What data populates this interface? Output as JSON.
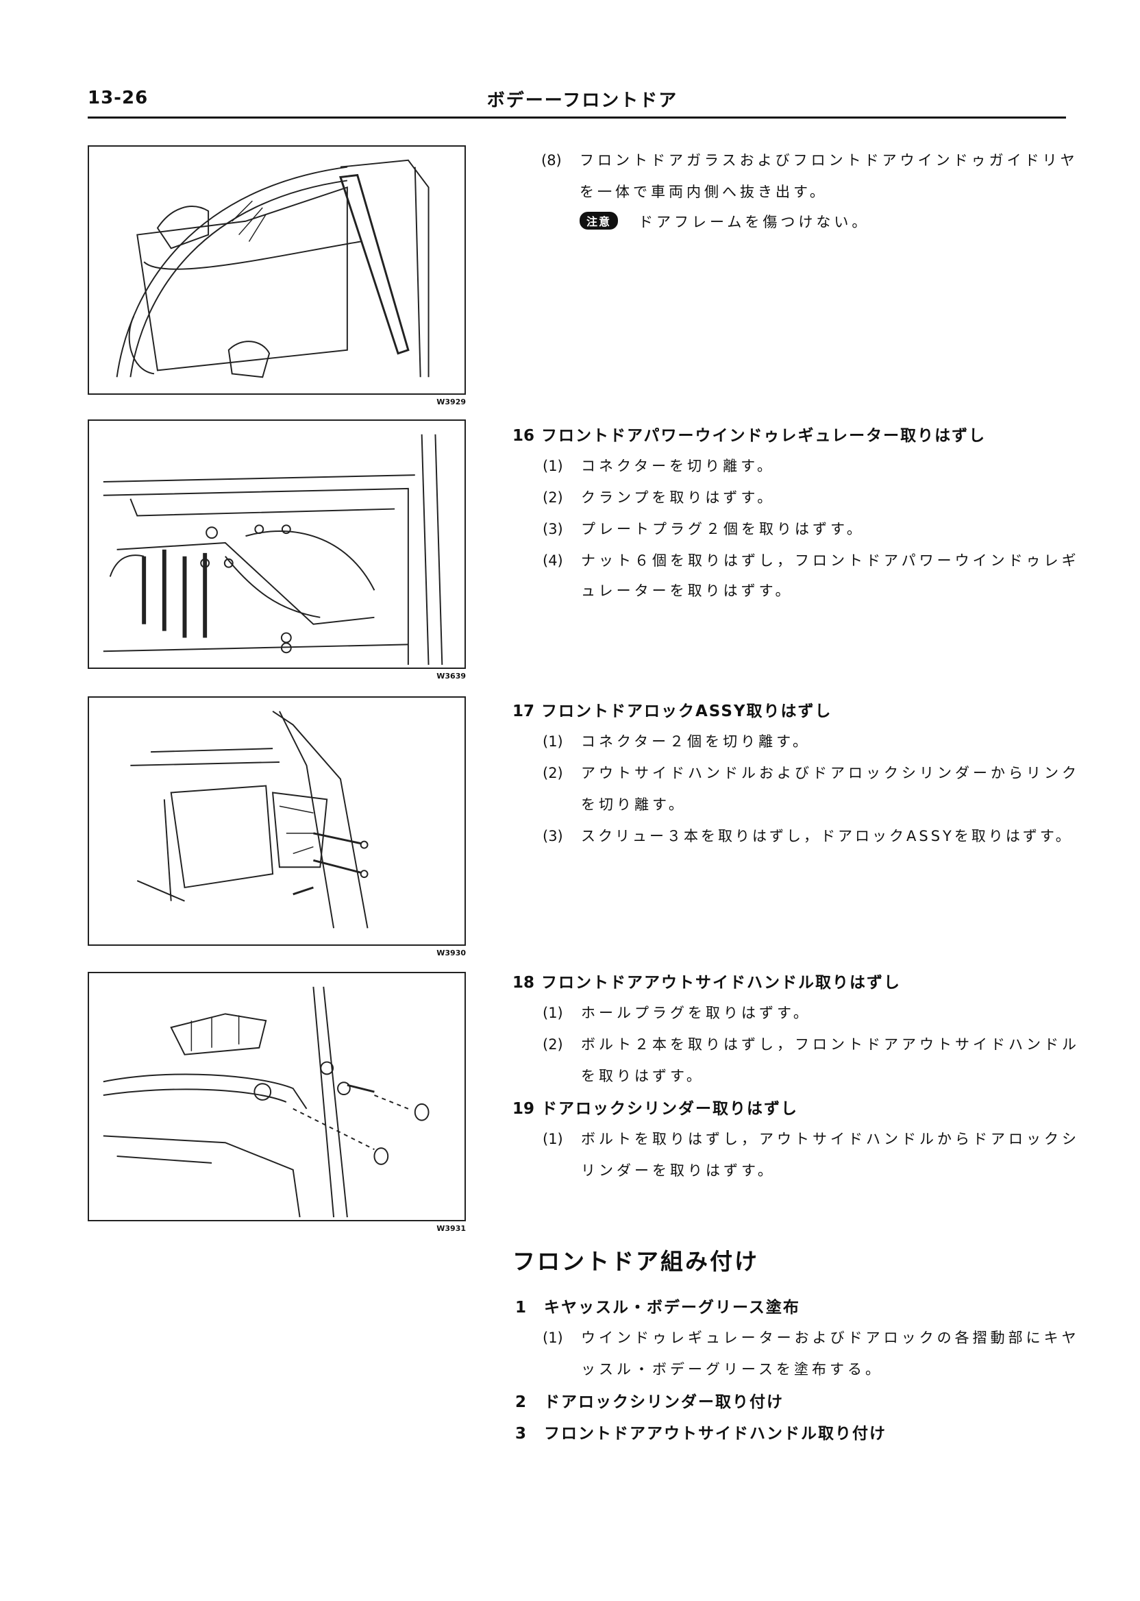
{
  "header": {
    "page_number": "13-26",
    "running_head": "ボデーーフロントドア"
  },
  "figures": {
    "fig1_code": "W3929",
    "fig2_code": "W3639",
    "fig3_code": "W3930",
    "fig4_code": "W3931"
  },
  "step8": {
    "num": "(8)",
    "line1": "フロントドアガラスおよびフロントドアウインドゥガイドリヤ",
    "line2": "を一体で車両内側へ抜き出す。",
    "caution_label": "注意",
    "caution_text": "ドアフレームを傷つけない。"
  },
  "step16": {
    "num": "16",
    "title": "フロントドアパワーウインドゥレギュレーター取りはずし",
    "subs": [
      {
        "num": "(1)",
        "text": "コネクターを切り離す。"
      },
      {
        "num": "(2)",
        "text": "クランプを取りはずす。"
      },
      {
        "num": "(3)",
        "text": "プレートプラグ２個を取りはずす。"
      },
      {
        "num": "(4)",
        "text": "ナット６個を取りはずし，フロントドアパワーウインドゥレギ"
      }
    ],
    "sub4_cont": "ュレーターを取りはずす。"
  },
  "step17": {
    "num": "17",
    "title": "フロントドアロックASSY取りはずし",
    "subs": [
      {
        "num": "(1)",
        "text": "コネクター２個を切り離す。"
      },
      {
        "num": "(2)",
        "text": "アウトサイドハンドルおよびドアロックシリンダーからリンク"
      },
      {
        "num": "(3)",
        "text": "スクリュー３本を取りはずし，ドアロックASSYを取りはずす。"
      }
    ],
    "sub2_cont": "を切り離す。"
  },
  "step18": {
    "num": "18",
    "title": "フロントドアアウトサイドハンドル取りはずし",
    "subs": [
      {
        "num": "(1)",
        "text": "ホールプラグを取りはずす。"
      },
      {
        "num": "(2)",
        "text": "ボルト２本を取りはずし，フロントドアアウトサイドハンドル"
      }
    ],
    "sub2_cont": "を取りはずす。"
  },
  "step19": {
    "num": "19",
    "title": "ドアロックシリンダー取りはずし",
    "sub1_num": "(1)",
    "sub1_text": "ボルトを取りはずし，アウトサイドハンドルからドアロックシ",
    "sub1_cont": "リンダーを取りはずす。"
  },
  "assembly": {
    "section_title": "フロントドア組み付け",
    "step1_num": "1",
    "step1_title": "キヤッスル・ボデーグリース塗布",
    "step1_sub_num": "(1)",
    "step1_sub_text": "ウインドゥレギュレーターおよびドアロックの各摺動部にキヤ",
    "step1_sub_cont": "ッスル・ボデーグリースを塗布する。",
    "step2_num": "2",
    "step2_title": "ドアロックシリンダー取り付け",
    "step3_num": "3",
    "step3_title": "フロントドアアウトサイドハンドル取り付け"
  }
}
